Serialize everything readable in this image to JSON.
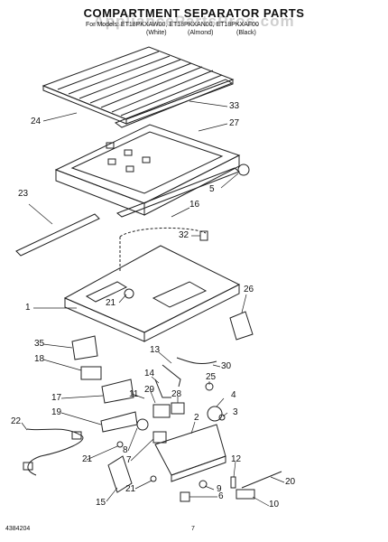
{
  "title": "COMPARTMENT SEPARATOR PARTS",
  "watermark": "AppliancePartsPros.com",
  "models_line": "For Models: ET18PKXAW00, ET18PKXAN00, ET18PKXAF00",
  "colors": {
    "white": "(White)",
    "almond": "(Almond)",
    "black": "(Black)"
  },
  "footer_left": "4384204",
  "page_number": "7",
  "callouts": [
    "24",
    "33",
    "27",
    "5",
    "23",
    "16",
    "32",
    "1",
    "21",
    "26",
    "35",
    "18",
    "13",
    "30",
    "14",
    "25",
    "17",
    "11",
    "29",
    "28",
    "4",
    "19",
    "3",
    "2",
    "22",
    "8",
    "7",
    "21",
    "9",
    "12",
    "20",
    "15",
    "21",
    "6",
    "10"
  ]
}
